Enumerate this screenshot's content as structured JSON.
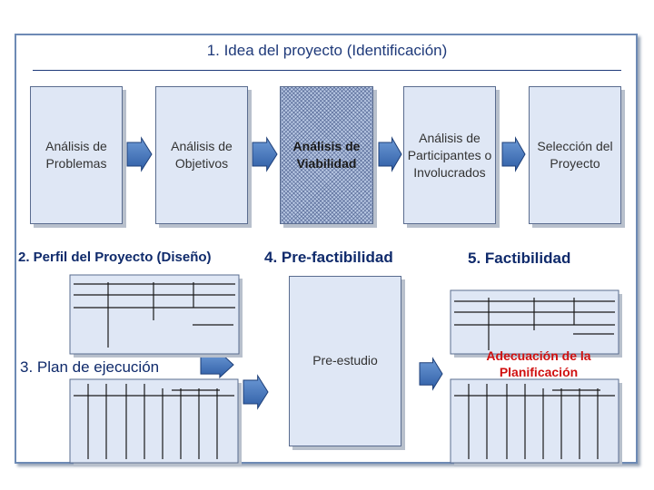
{
  "title": "1. Idea del proyecto (Identificación)",
  "phase1_boxes": [
    "Análisis de Problemas",
    "Análisis de Objetivos",
    "Análisis de Viabilidad",
    "Análisis de Participantes o Involucrados",
    "Selección del Proyecto"
  ],
  "labels": {
    "perfil": "2. Perfil del Proyecto (Diseño)",
    "plan": "3. Plan de ejecución",
    "prefactibilidad": "4. Pre-factibilidad",
    "preestudio": "Pre-estudio",
    "factibilidad": "5. Factibilidad",
    "adecuacion": "Adecuación de la Planificación"
  },
  "colors": {
    "box_fill": "#dfe7f5",
    "hatched_fill": "#b9c9e4",
    "arrow_fill": "#4a7cc0",
    "text_blue": "#1f3a7a",
    "text_red": "#d01010"
  }
}
